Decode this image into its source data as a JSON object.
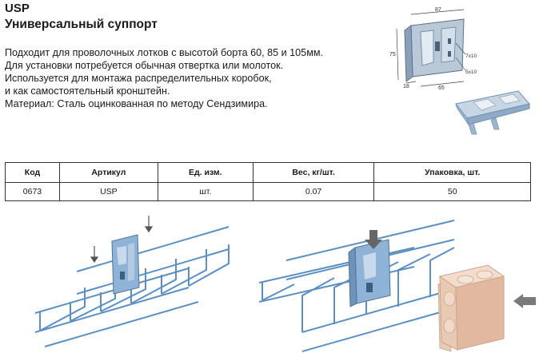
{
  "product": {
    "code_title": "USP",
    "name": "Универсальный суппорт"
  },
  "description": [
    "Подходит для проволочных лотков с высотой борта 60, 85 и 105мм.",
    "Для установки потребуется обычная отвертка или молоток.",
    "Используется для монтажа распределительных коробок,",
    "и как самостоятельный кронштейн.",
    "Материал: Сталь оцинкованная  по методу Сендзимира."
  ],
  "drawing": {
    "dim_width": "87",
    "dim_height": "75",
    "dim_slot1": "7x10",
    "dim_slot2": "5x10",
    "dim_bottom": "65",
    "dim_offset": "18"
  },
  "table": {
    "headers": [
      "Код",
      "Артикул",
      "Ед. изм.",
      "Вес, кг/шт.",
      "Упаковка, шт."
    ],
    "rows": [
      [
        "0673",
        "USP",
        "шт.",
        "0.07",
        "50"
      ]
    ]
  },
  "colors": {
    "metal_blue": "#8fb3d6",
    "wire_blue": "#5b8fc4",
    "box_beige": "#e8c9b4",
    "arrow_gray": "#7a7a7a"
  }
}
